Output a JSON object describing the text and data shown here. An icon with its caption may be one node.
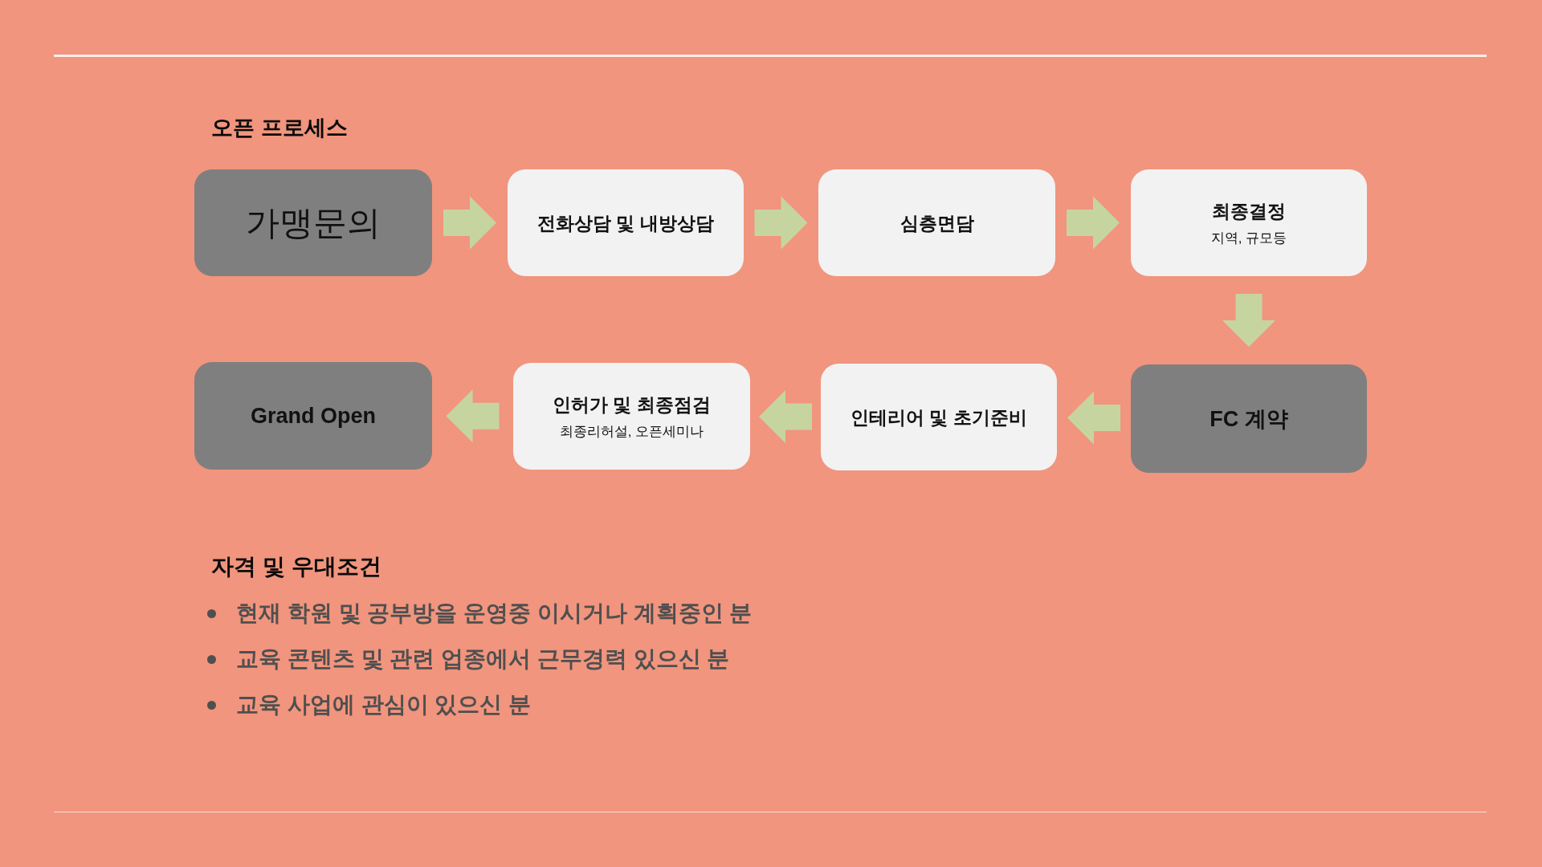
{
  "diagram": {
    "title": "오픈 프로세스",
    "nodes": [
      {
        "text": [
          "가맹문의"
        ]
      },
      {
        "text": [
          "전화상담 및 내방상담"
        ]
      },
      {
        "text": [
          "심층면담"
        ]
      },
      {
        "text": [
          "최종결정",
          "지역, 규모등"
        ]
      },
      {
        "text": [
          "Grand Open"
        ]
      },
      {
        "text": [
          "인허가 및 최종점검",
          "최종리허설, 오픈세미나"
        ]
      },
      {
        "text": [
          "인테리어 및 초기준비"
        ]
      },
      {
        "text": [
          "FC 계약"
        ]
      }
    ],
    "edges": [
      {
        "from": 0,
        "to": 1,
        "arrow": "to"
      },
      {
        "from": 1,
        "to": 2,
        "arrow": "to"
      },
      {
        "from": 2,
        "to": 3,
        "arrow": "to"
      },
      {
        "from": 3,
        "to": 7,
        "arrow": "to"
      },
      {
        "from": 7,
        "to": 6,
        "arrow": "to"
      },
      {
        "from": 6,
        "to": 5,
        "arrow": "to"
      },
      {
        "from": 5,
        "to": 4,
        "arrow": "to"
      }
    ],
    "labels": [
      "자격 및 우대조건",
      "현재 학원 및 공부방을 운영중 이시거나 계획중인 분",
      "교육 콘텐츠 및 관련 업종에서 근무경력 있으신 분",
      "교육 사업에 관심이 있으신 분"
    ]
  }
}
